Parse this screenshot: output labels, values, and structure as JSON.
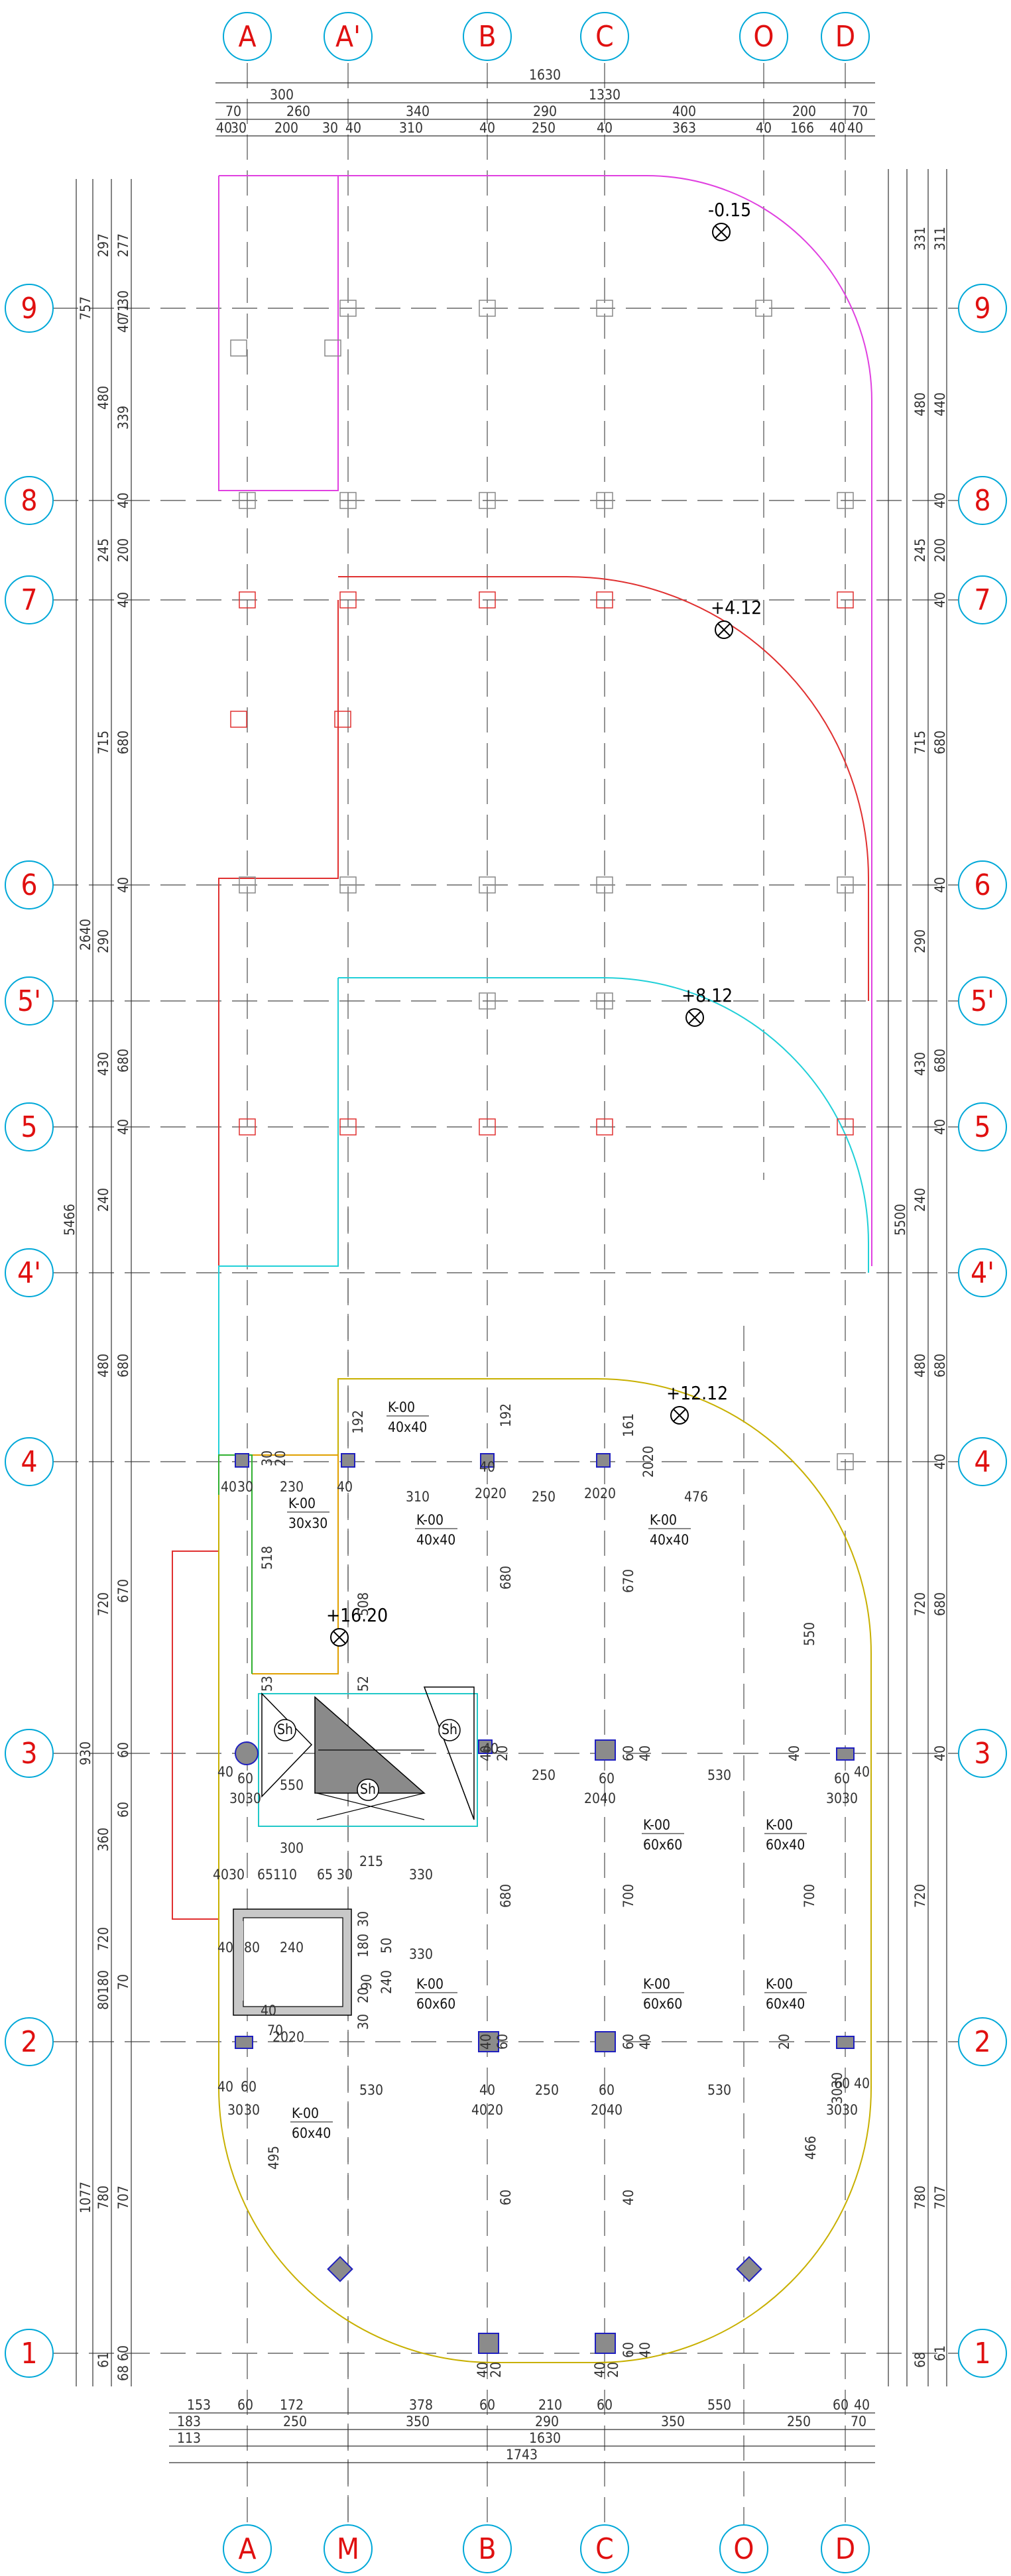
{
  "axes": {
    "top": [
      "A",
      "A'",
      "B",
      "C",
      "O",
      "D"
    ],
    "bottom": [
      "A",
      "M",
      "B",
      "C",
      "O",
      "D"
    ],
    "rows": [
      "9",
      "8",
      "7",
      "6",
      "5'",
      "5",
      "4'",
      "4",
      "3",
      "2",
      "1"
    ]
  },
  "dims_top": {
    "overall": "1630",
    "row2": [
      "300",
      "1330"
    ],
    "row3": [
      "70",
      "260",
      "340",
      "290",
      "400",
      "200",
      "70"
    ],
    "row4": [
      "40",
      "30",
      "200",
      "30",
      "40",
      "310",
      "40",
      "250",
      "40",
      "363",
      "40",
      "166",
      "40",
      "40"
    ]
  },
  "dims_bottom": {
    "row1": [
      "153",
      "60",
      "172",
      "378",
      "60",
      "210",
      "60",
      "550",
      "60",
      "40"
    ],
    "row2": [
      "183",
      "250",
      "350",
      "290",
      "350",
      "250",
      "70"
    ],
    "row3": [
      "113",
      "1630"
    ],
    "row4": "1743"
  },
  "dims_left": {
    "overall": "5466",
    "c2": [
      "757",
      "2640",
      "930",
      "1077"
    ],
    "c3": [
      "297",
      "480",
      "245",
      "715",
      "290",
      "430",
      "240",
      "480",
      "720",
      "360",
      "720",
      "180",
      "80",
      "780",
      "61"
    ],
    "c4": [
      "277",
      "30",
      "71",
      "40",
      "339",
      "40",
      "200",
      "40",
      "680",
      "40",
      "680",
      "40",
      "680",
      "670",
      "60",
      "60",
      "70",
      "707",
      "60",
      "68"
    ]
  },
  "dims_right": {
    "overall": "5500",
    "c2": [
      "331",
      "480",
      "245",
      "715",
      "290",
      "430",
      "240",
      "480",
      "720",
      "720",
      "780",
      "68"
    ],
    "c3": [
      "311",
      "440",
      "40",
      "200",
      "40",
      "680",
      "40",
      "680",
      "40",
      "680",
      "40",
      "680",
      "40",
      "707",
      "61"
    ]
  },
  "levels": [
    "-0.15",
    "+4.12",
    "+8.12",
    "+12.12",
    "+16.20"
  ],
  "column_tags": [
    {
      "id": "K-00",
      "size": "40x40"
    },
    {
      "id": "K-00",
      "size": "30x30"
    },
    {
      "id": "K-00",
      "size": "40x40"
    },
    {
      "id": "K-00",
      "size": "40x40"
    },
    {
      "id": "K-00",
      "size": "60x60"
    },
    {
      "id": "K-00",
      "size": "60x40"
    },
    {
      "id": "K-00",
      "size": "60x60"
    },
    {
      "id": "K-00",
      "size": "60x40"
    },
    {
      "id": "K-00",
      "size": "60x60"
    },
    {
      "id": "K-00",
      "size": "60x40"
    }
  ],
  "interior_dims": {
    "row4": [
      "40",
      "30",
      "230",
      "40",
      "310",
      "40",
      "2020",
      "250",
      "2020",
      "476",
      "192",
      "192",
      "161",
      "2020",
      "30",
      "20"
    ],
    "row3": [
      "40",
      "60",
      "550",
      "3030",
      "40",
      "250",
      "60",
      "530",
      "60",
      "40",
      "2040",
      "3030",
      "53",
      "52",
      "518",
      "508"
    ],
    "stair": [
      "300",
      "4030",
      "65",
      "110",
      "65",
      "30",
      "215",
      "330",
      "40",
      "80",
      "240",
      "330",
      "30",
      "180",
      "90",
      "50",
      "240",
      "30",
      "20",
      "40",
      "70",
      "2020"
    ],
    "row2": [
      "40",
      "60",
      "530",
      "40",
      "250",
      "60",
      "530",
      "60",
      "40",
      "30",
      "30",
      "4020",
      "2040",
      "3030",
      "495",
      "466"
    ],
    "vert": [
      "680",
      "670",
      "550",
      "680",
      "700",
      "700",
      "60",
      "40",
      "60",
      "40",
      "60",
      "40",
      "40",
      "60",
      "40",
      "20",
      "20",
      "40",
      "3030"
    ],
    "bottom": [
      "40",
      "20",
      "40",
      "20",
      "60",
      "40"
    ]
  },
  "stair_markers": [
    "Sh",
    "Sh",
    "Sh"
  ],
  "colors": {
    "axis_label": "#e01010",
    "axis_circle": "#00a8d8",
    "slab_minus015": "#e040e0",
    "slab_412": "#e03030",
    "slab_812": "#20d0d8",
    "slab_1212": "#c8b000",
    "slab_1620": "#e0a000",
    "column_fill": "#8b8b8b",
    "column_edge": "#1f1fbf"
  }
}
